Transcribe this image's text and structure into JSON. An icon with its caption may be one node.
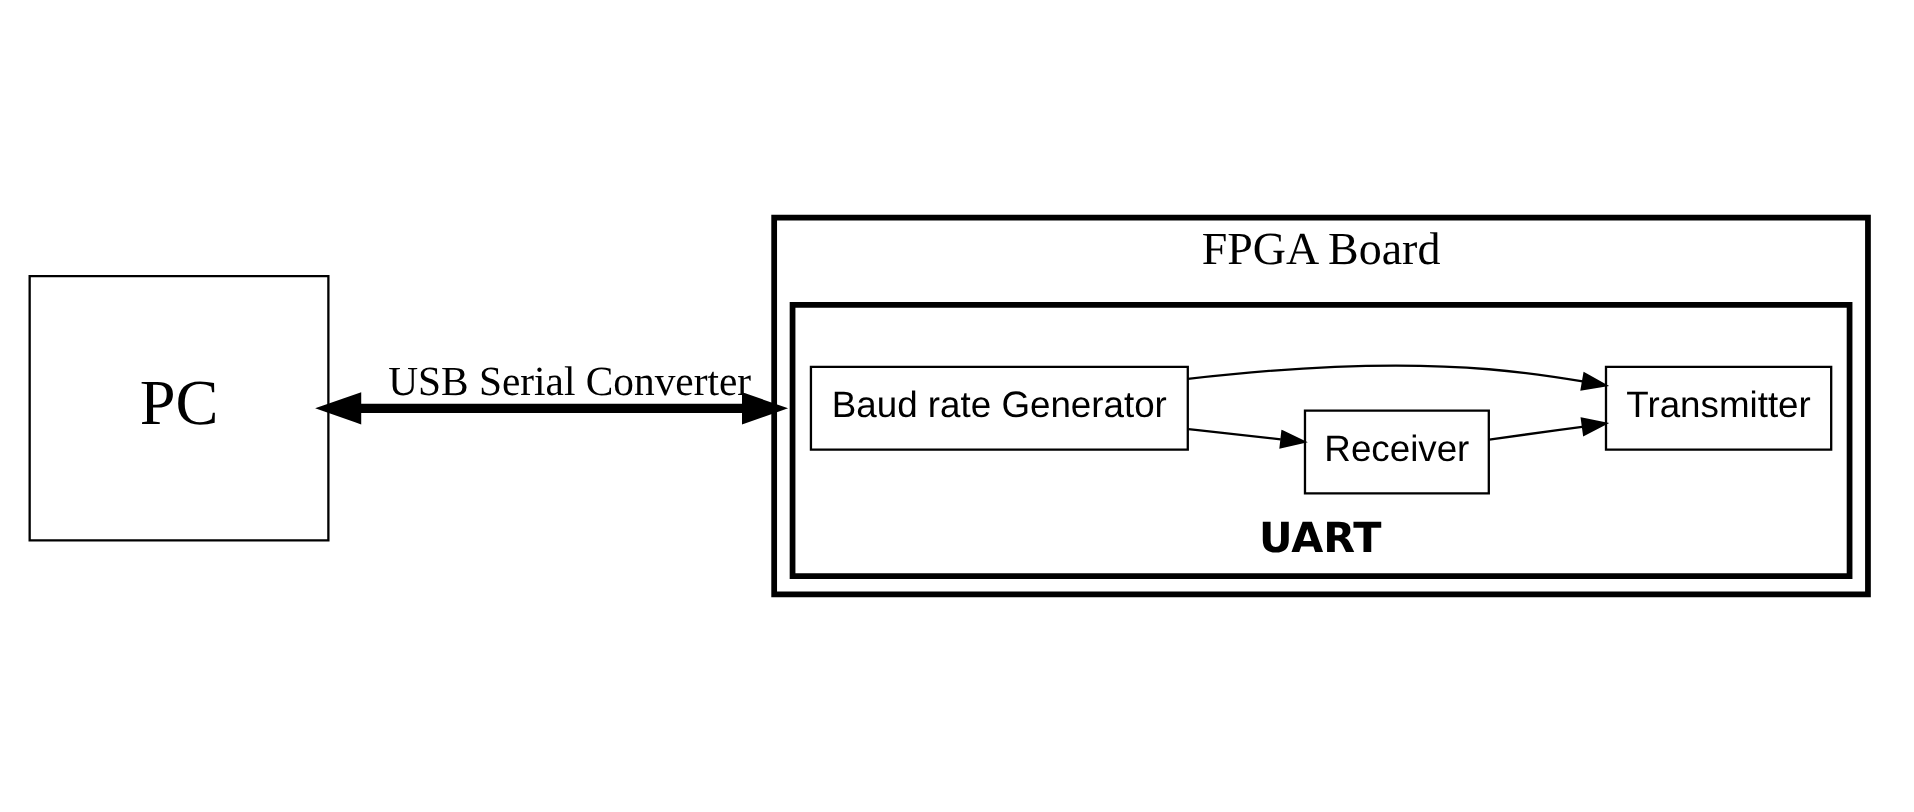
{
  "diagram": {
    "nodes": [
      {
        "text": [
          "PC"
        ]
      },
      {
        "text": [
          "FPGA Board"
        ]
      },
      {
        "text": [
          "UART"
        ],
        "in": 1
      },
      {
        "text": [
          "Baud rate Generator"
        ],
        "in": 2
      },
      {
        "text": [
          "Receiver"
        ],
        "in": 2
      },
      {
        "text": [
          "Transmitter"
        ],
        "in": 2
      }
    ],
    "edges": [
      {
        "from": 0,
        "to": 1,
        "arrow": "both",
        "label": "USB Serial Converter",
        "style": "thick"
      },
      {
        "from": 3,
        "to": 4,
        "arrow": "to"
      },
      {
        "from": 3,
        "to": 5,
        "arrow": "to"
      },
      {
        "from": 4,
        "to": 5,
        "arrow": "to"
      }
    ]
  }
}
